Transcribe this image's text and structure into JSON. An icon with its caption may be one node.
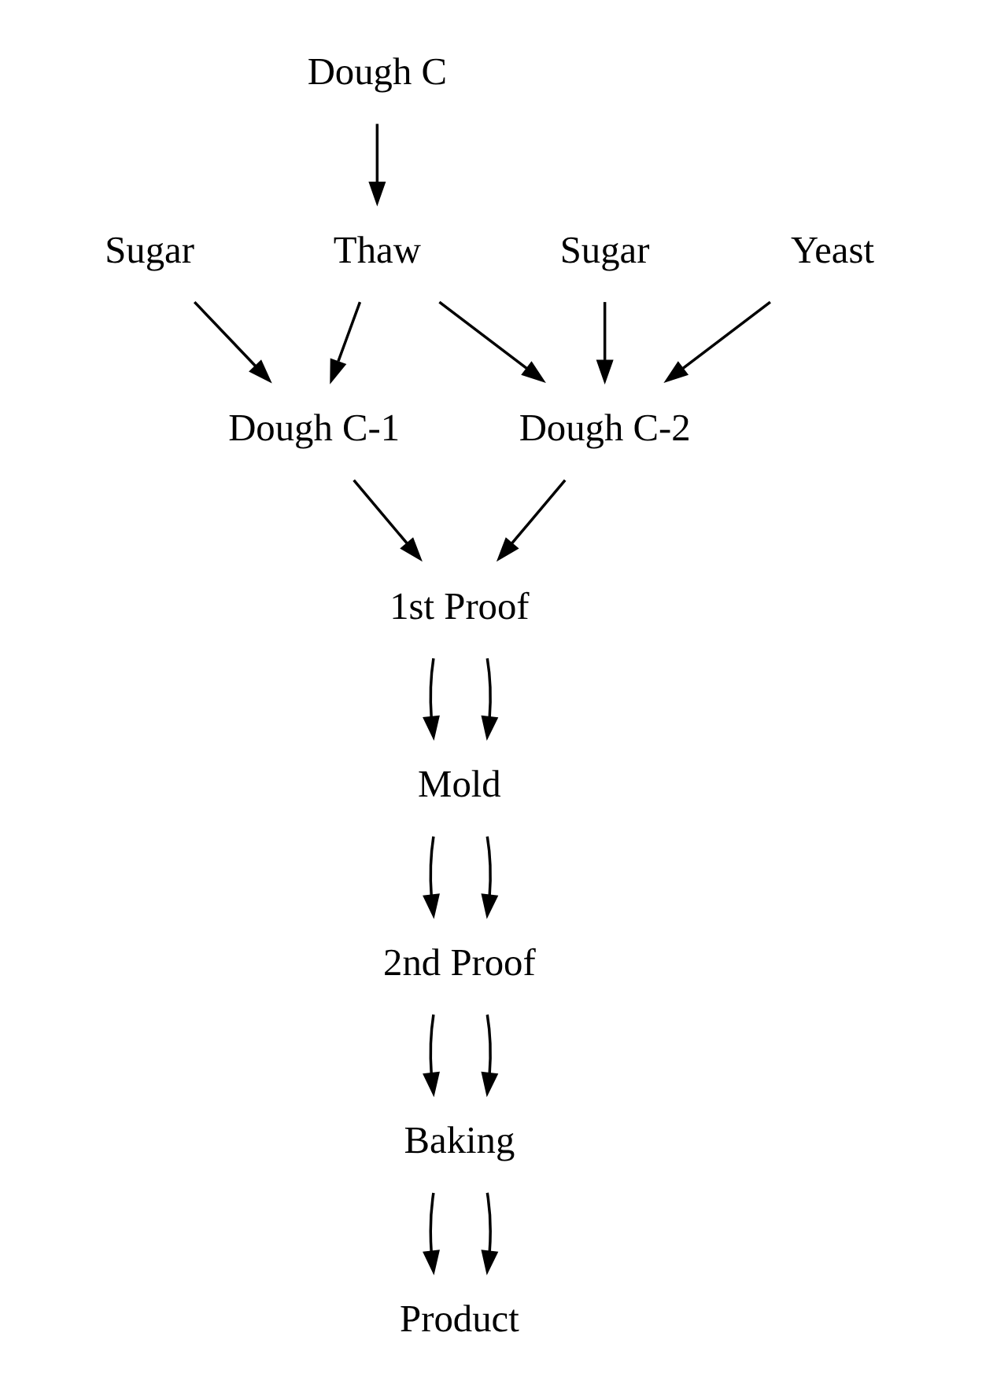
{
  "diagram": {
    "nodes": [
      {
        "text": [
          "Dough C"
        ]
      },
      {
        "text": [
          "Thaw"
        ]
      },
      {
        "text": [
          "Sugar"
        ]
      },
      {
        "text": [
          "Sugar"
        ]
      },
      {
        "text": [
          "Yeast"
        ]
      },
      {
        "text": [
          "Dough C-1"
        ]
      },
      {
        "text": [
          "Dough C-2"
        ]
      },
      {
        "text": [
          "1st Proof"
        ]
      },
      {
        "text": [
          "Mold"
        ]
      },
      {
        "text": [
          "2nd Proof"
        ]
      },
      {
        "text": [
          "Baking"
        ]
      },
      {
        "text": [
          "Product"
        ]
      }
    ],
    "edges": [
      {
        "from": 0,
        "to": 1,
        "arrow": "to"
      },
      {
        "from": 1,
        "to": 5,
        "arrow": "to"
      },
      {
        "from": 1,
        "to": 6,
        "arrow": "to"
      },
      {
        "from": 2,
        "to": 5,
        "arrow": "to"
      },
      {
        "from": 3,
        "to": 6,
        "arrow": "to"
      },
      {
        "from": 4,
        "to": 6,
        "arrow": "to"
      },
      {
        "from": 5,
        "to": 7,
        "arrow": "to"
      },
      {
        "from": 6,
        "to": 7,
        "arrow": "to"
      },
      {
        "from": 7,
        "to": 8,
        "arrow": "to"
      },
      {
        "from": 7,
        "to": 8,
        "arrow": "to"
      },
      {
        "from": 8,
        "to": 9,
        "arrow": "to"
      },
      {
        "from": 8,
        "to": 9,
        "arrow": "to"
      },
      {
        "from": 9,
        "to": 10,
        "arrow": "to"
      },
      {
        "from": 9,
        "to": 10,
        "arrow": "to"
      },
      {
        "from": 10,
        "to": 11,
        "arrow": "to"
      },
      {
        "from": 10,
        "to": 11,
        "arrow": "to"
      }
    ]
  }
}
